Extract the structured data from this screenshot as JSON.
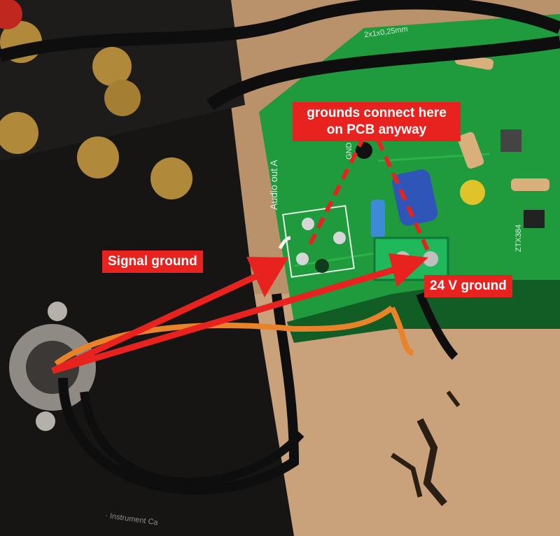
{
  "annotations": {
    "grounds_connect": "grounds connect here on PCB anyway",
    "signal_ground": "Signal ground",
    "ground_24v": "24 V ground"
  },
  "pcb_markings": {
    "audio_out": "Audio out A",
    "gnd": "GND",
    "cap_spec": "2x1x0,25mm",
    "part_ref": "ZTX384"
  },
  "cable_marking": "· Instrument Ca",
  "colors": {
    "annotation_red": "#e8231f",
    "pcb_green": "#1f9a3c",
    "table_wood": "#c8a07a",
    "panel_black": "#1a1a1a"
  }
}
